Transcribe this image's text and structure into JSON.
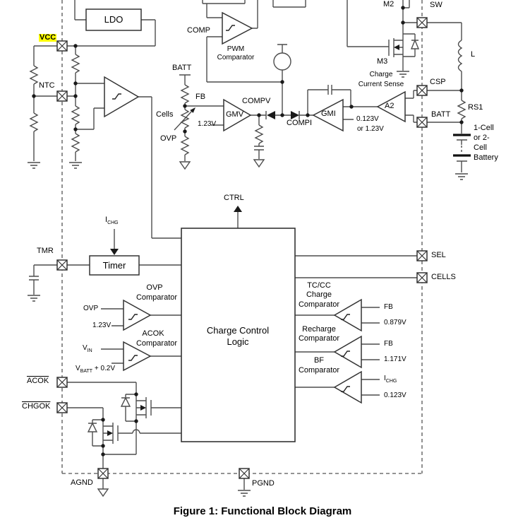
{
  "caption": "Figure 1: Functional Block Diagram",
  "colors": {
    "wire": "#4d4d4d",
    "text": "#000000",
    "vcc_highlight": "#ffff00",
    "background": "#ffffff"
  },
  "blocks": {
    "ldo": "LDO",
    "timer": "Timer",
    "logic_line1": "Charge Control",
    "logic_line2": "Logic"
  },
  "pins": {
    "vcc": "VCC",
    "ntc": "NTC",
    "tmr": "TMR",
    "acok": "ACOK",
    "chgok": "CHGOK",
    "agnd": "AGND",
    "pgnd": "PGND",
    "sw": "SW",
    "csp": "CSP",
    "batt": "BATT",
    "sel": "SEL",
    "cells": "CELLS"
  },
  "nets": {
    "comp": "COMP",
    "compv": "COMPV",
    "compi": "COMPI",
    "ctrl": "CTRL",
    "fb": "FB",
    "ovp": "OVP",
    "cells": "Cells",
    "batt": "BATT"
  },
  "amplifiers": {
    "gmv": "GMV",
    "gmi": "GMI",
    "a2": "A2"
  },
  "pwm": {
    "line1": "PWM",
    "line2": "Comparator"
  },
  "charge_current_sense": {
    "line1": "Charge",
    "line2": "Current Sense"
  },
  "comparators": {
    "ovp": {
      "line1": "OVP",
      "line2": "Comparator",
      "in1": "OVP"
    },
    "acok": {
      "line1": "ACOK",
      "line2": "Comparator",
      "in1_main": "V",
      "in1_sub": "IN",
      "in2_main": "V",
      "in2_sub": "BATT",
      "in2_suffix": " + 0.2V"
    },
    "tccc": {
      "line1": "TC/CC",
      "line2": "Charge",
      "line3": "Comparator",
      "in1": "FB"
    },
    "recharge": {
      "line1": "Recharge",
      "line2": "Comparator",
      "in1": "FB"
    },
    "bf": {
      "line1": "BF",
      "line2": "Comparator",
      "in1_main": "I",
      "in1_sub": "CHG"
    }
  },
  "references": {
    "gmv_ref": "1.23V",
    "gmi_ref_line1": "0.123V",
    "gmi_ref_line2": "or 1.23V",
    "ovp_ref": "1.23V",
    "tccc_ref": "0.879V",
    "recharge_ref": "1.171V",
    "bf_ref": "0.123V"
  },
  "timer_input": {
    "main": "I",
    "sub": "CHG"
  },
  "components": {
    "m2": "M2",
    "m3": "M3",
    "inductor": "L",
    "sense_resistor": "RS1"
  },
  "battery": {
    "line1": "1-Cell",
    "line2": "or 2-",
    "line3": "Cell",
    "line4": "Battery"
  }
}
